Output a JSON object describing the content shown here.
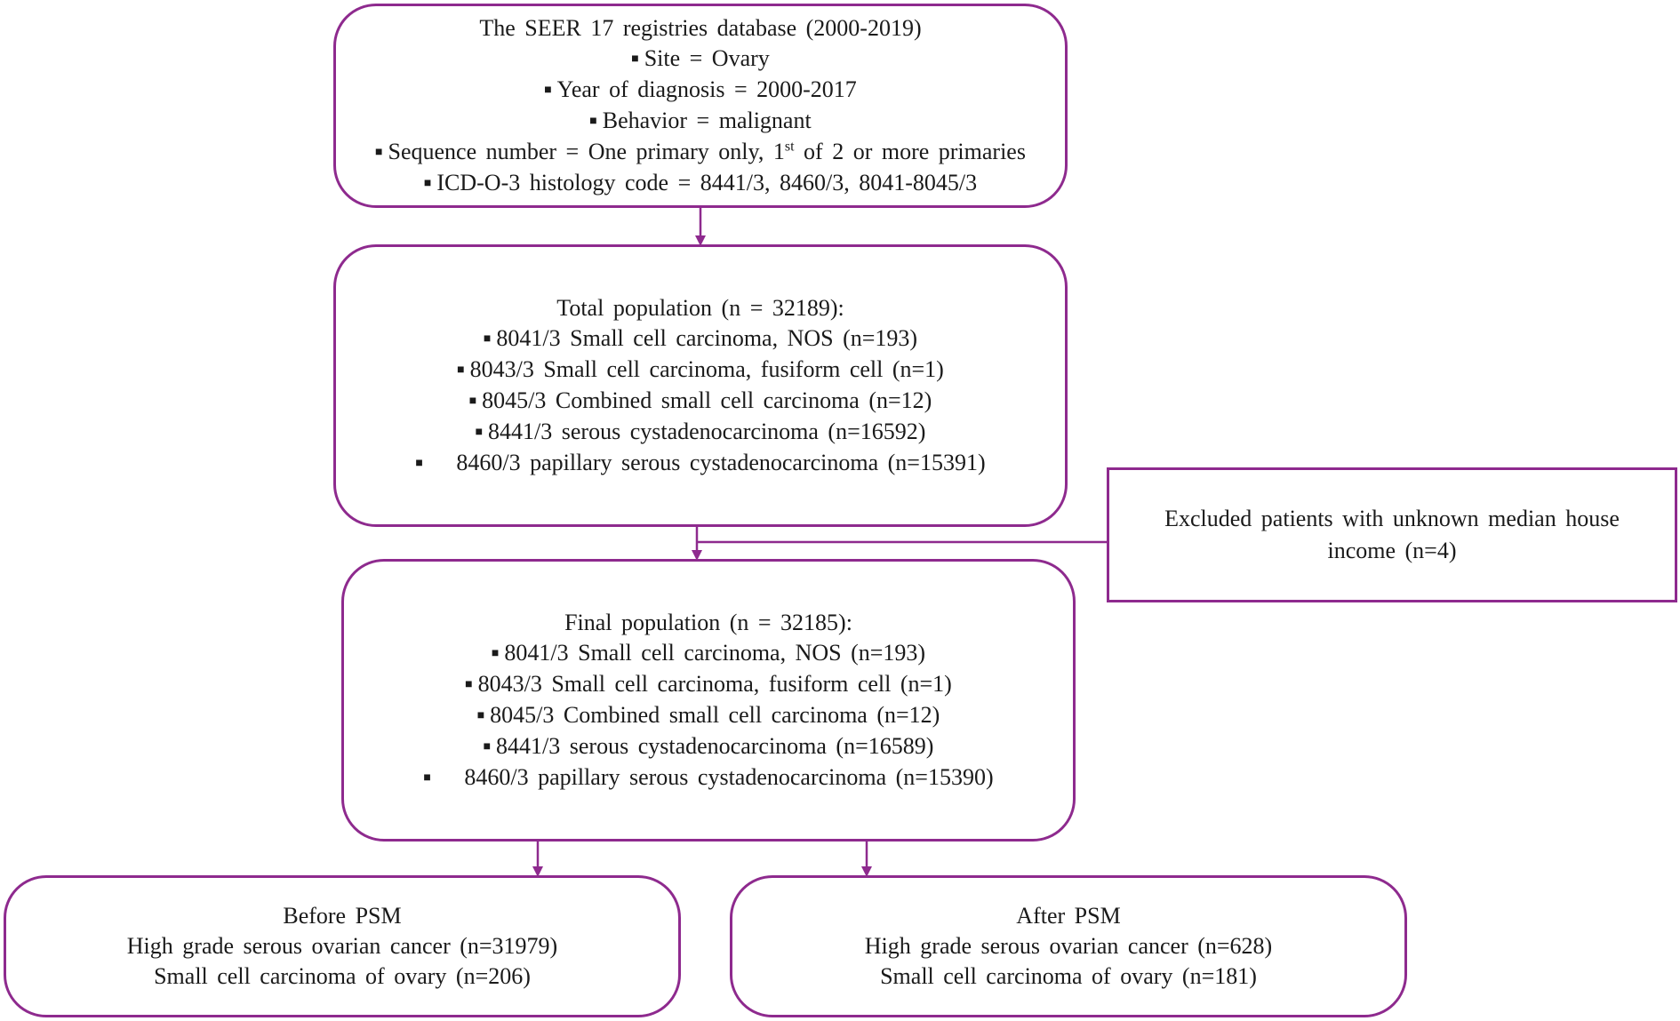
{
  "colors": {
    "border": "#8e2a8e",
    "arrow": "#8e2a8e",
    "excluded_border": "#8e2a8e",
    "text": "#1a1a1a"
  },
  "source_box": {
    "title": "The SEER 17 registries database (2000-2019)",
    "items": [
      "Site = Ovary",
      "Year of diagnosis = 2000-2017",
      "Behavior = malignant"
    ],
    "sequence_prefix": "Sequence number = One primary only, 1",
    "sequence_sup": "st",
    "sequence_suffix": " of 2 or more primaries",
    "histology": "ICD-O-3 histology code = 8441/3, 8460/3, 8041-8045/3"
  },
  "total_box": {
    "title": "Total population (n = 32189):",
    "items": [
      "8041/3 Small cell carcinoma, NOS (n=193)",
      "8043/3 Small cell carcinoma, fusiform cell (n=1)",
      "8045/3 Combined small cell carcinoma (n=12)",
      "8441/3 serous cystadenocarcinoma (n=16592)",
      "8460/3 papillary serous cystadenocarcinoma (n=15391)"
    ]
  },
  "excluded_box": {
    "text": "Excluded patients with unknown median house income (n=4)"
  },
  "final_box": {
    "title": "Final population (n = 32185):",
    "items": [
      "8041/3 Small cell carcinoma, NOS (n=193)",
      "8043/3 Small cell carcinoma, fusiform cell (n=1)",
      "8045/3 Combined small cell carcinoma (n=12)",
      "8441/3 serous cystadenocarcinoma (n=16589)",
      "8460/3 papillary serous cystadenocarcinoma (n=15390)"
    ]
  },
  "before_box": {
    "title": "Before PSM",
    "lines": [
      "High grade serous ovarian cancer (n=31979)",
      "Small cell carcinoma of ovary (n=206)"
    ]
  },
  "after_box": {
    "title": "After PSM",
    "lines": [
      "High grade serous ovarian cancer (n=628)",
      "Small cell carcinoma of ovary (n=181)"
    ]
  }
}
